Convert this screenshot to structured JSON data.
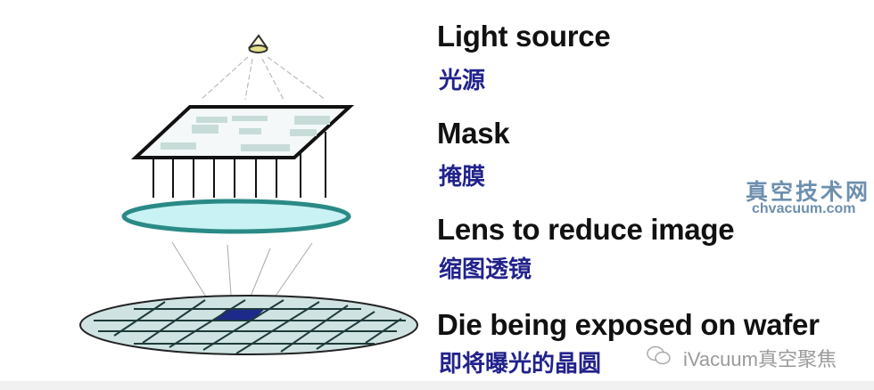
{
  "labels": [
    {
      "en": "Light source",
      "zh": "光源"
    },
    {
      "en": "Mask",
      "zh": "掩膜"
    },
    {
      "en": "Lens to reduce image",
      "zh": "缩图透镜"
    },
    {
      "en": "Die being exposed on wafer",
      "zh": "即将曝光的晶圆"
    }
  ],
  "watermarks": {
    "site_name": "真空技术网",
    "site_url": "chvacuum.com",
    "wechat_account": "iVacuum真空聚焦"
  },
  "colors": {
    "label_zh": "#22228c",
    "lens": "#2a8a86",
    "die": "#1e2a8a",
    "watermark": "#6d8fae"
  }
}
